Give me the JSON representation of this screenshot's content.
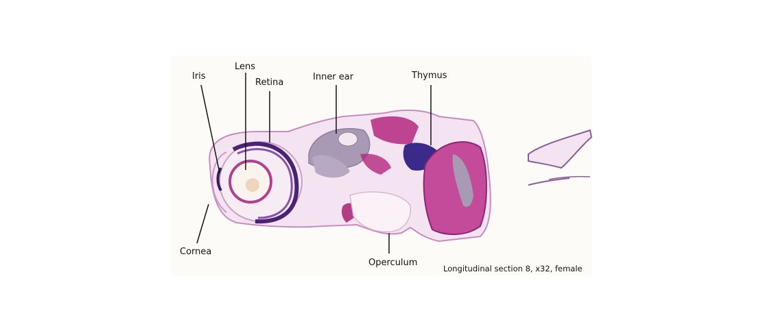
{
  "labels": {
    "iris": "Iris",
    "lens": "Lens",
    "retina": "Retina",
    "inner_ear": "Inner ear",
    "thymus": "Thymus",
    "cornea": "Cornea",
    "operculum": "Operculum"
  },
  "caption": "Longitudinal section 8, x32, female",
  "colors": {
    "background": "#ffffff",
    "panel": "#fcfbf8",
    "tissue_light": "#f1dcee",
    "tissue_pink": "#e7b6dd",
    "tissue_magenta": "#b4277f",
    "tissue_purple": "#5c2a8e",
    "cavity_gray": "#a89ab5",
    "leader": "#111111"
  }
}
